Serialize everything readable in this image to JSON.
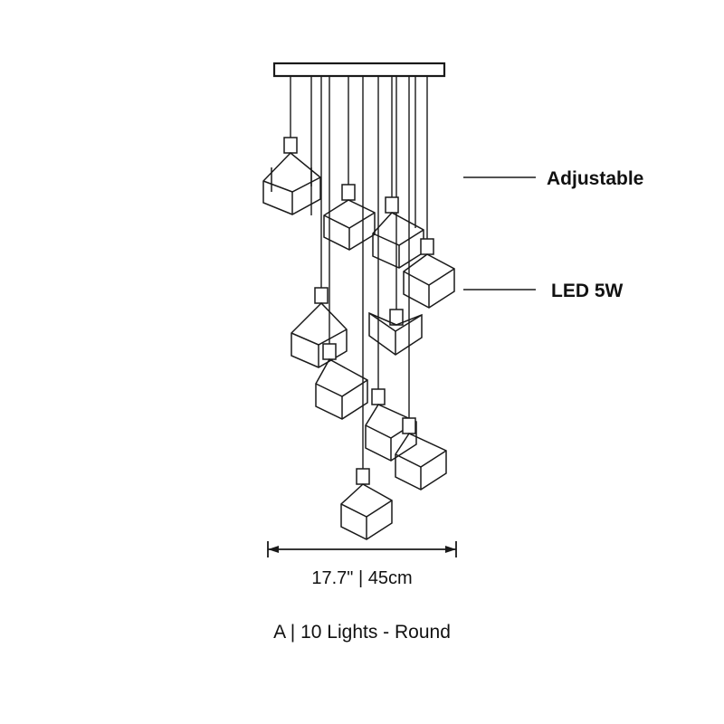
{
  "figure": {
    "title_caption": "A | 10 Lights - Round",
    "dimension_label": "17.7\" | 45cm",
    "callouts": [
      {
        "label": "Adjustable"
      },
      {
        "label": "LED 5W"
      }
    ],
    "colors": {
      "line": "#1a1a1a",
      "text": "#111111",
      "background": "#ffffff",
      "canopy_fill": "#ffffff"
    },
    "product": {
      "light_count": 10,
      "shade_shape": "open-frame-cube",
      "canopy_shape": "rectangular-plate"
    }
  }
}
